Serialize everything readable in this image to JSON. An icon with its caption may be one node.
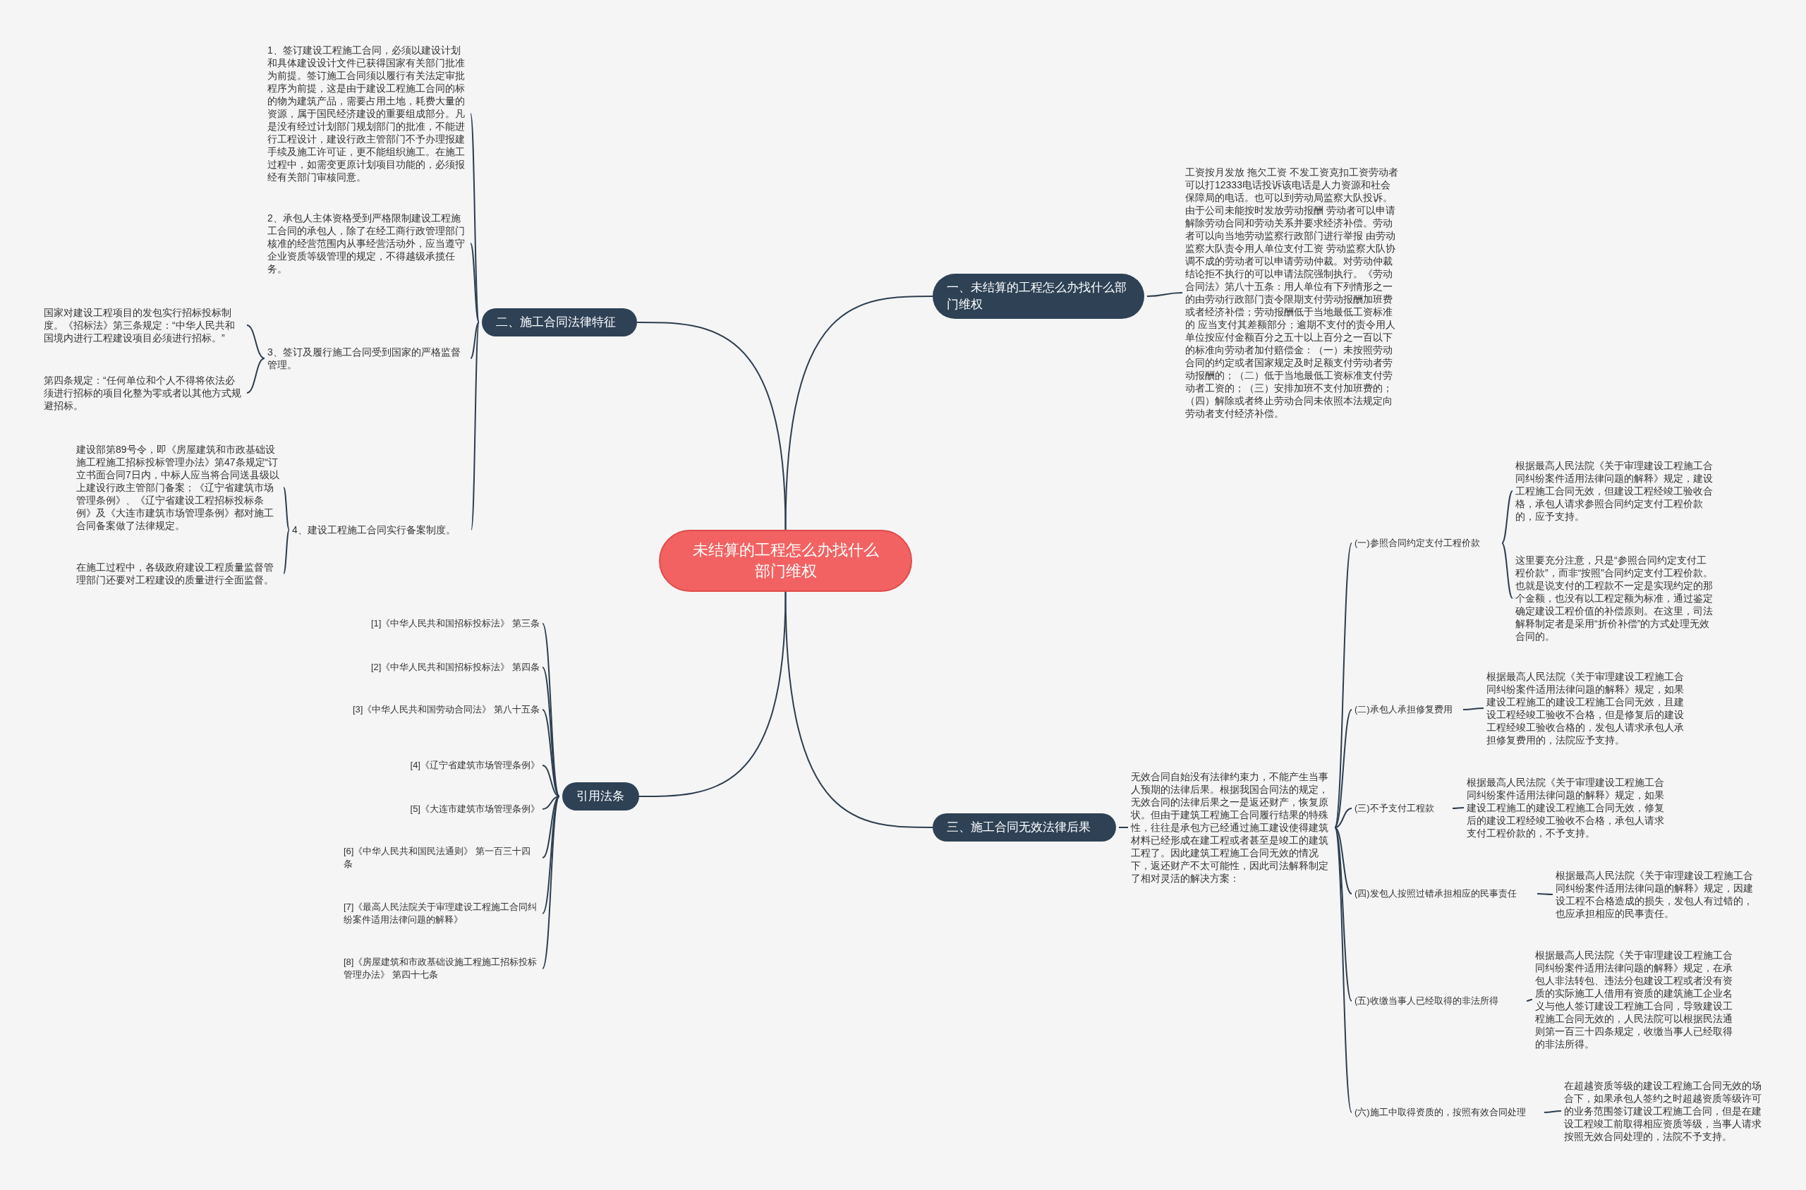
{
  "diagram": {
    "nodes": [
      {
        "text": [
          "未结算的工程怎么办找什么部门维权"
        ]
      },
      {
        "text": [
          "一、未结算的工程怎么办找什么部门维权"
        ]
      },
      {
        "text": [
          "工资按月发放 拖欠工资 不发工资克扣工资劳动者可以打12333电话投诉该电话是人力资源和社会保障局的电话。也可以到劳动局监察大队投诉。由于公司未能按时发放劳动报酬 劳动者可以申请解除劳动合同和劳动关系并要求经济补偿。劳动者可以向当地劳动监察行政部门进行举报 由劳动监察大队责令用人单位支付工资 劳动监察大队协调不成的劳动者可以申请劳动仲裁。对劳动仲裁结论拒不执行的可以申请法院强制执行。《劳动合同法》第八十五条：用人单位有下列情形之一的由劳动行政部门责令限期支付劳动报酬加班费或者经济补偿；劳动报酬低于当地最低工资标准的 应当支付其差额部分；逾期不支付的责令用人单位按应付金额百分之五十以上百分之一百以下的标准向劳动者加付赔偿金：（一）未按照劳动合同的约定或者国家规定及时足额支付劳动者劳动报酬的；（二）低于当地最低工资标准支付劳动者工资的；（三）安排加班不支付加班费的；（四）解除或者终止劳动合同未依照本法规定向劳动者支付经济补偿。"
        ]
      },
      {
        "text": [
          "二、施工合同法律特征"
        ]
      },
      {
        "text": [
          "1、签订建设工程施工合同，必须以建设计划和具体建设设计文件已获得国家有关部门批准为前提。签订施工合同须以履行有关法定审批程序为前提，这是由于建设工程施工合同的标的物为建筑产品，需要占用土地，耗费大量的资源，属于国民经济建设的重要组成部分。凡是没有经过计划部门规划部门的批准，不能进行工程设计，建设行政主管部门不予办理报建手续及施工许可证，更不能组织施工。在施工过程中，如需变更原计划项目功能的，必须报经有关部门审核同意。"
        ]
      },
      {
        "text": [
          "2、承包人主体资格受到严格限制建设工程施工合同的承包人，除了在经工商行政管理部门核准的经营范围内从事经营活动外，应当遵守企业资质等级管理的规定，不得越级承揽任务。"
        ]
      },
      {
        "text": [
          "3、签订及履行施工合同受到国家的严格监督管理。"
        ]
      },
      {
        "text": [
          "国家对建设工程项目的发包实行招标投标制度。《招标法》第三条规定：“中华人民共和国境内进行工程建设项目必须进行招标。”"
        ]
      },
      {
        "text": [
          "第四条规定：“任何单位和个人不得将依法必须进行招标的项目化整为零或者以其他方式规避招标。"
        ]
      },
      {
        "text": [
          "4、建设工程施工合同实行备案制度。"
        ]
      },
      {
        "text": [
          "建设部第89号令，即《房屋建筑和市政基础设施工程施工招标投标管理办法》第47条规定“订立书面合同7日内，中标人应当将合同送县级以上建设行政主管部门备案；《辽宁省建筑市场管理条例》、《辽宁省建设工程招标投标条例》及《大连市建筑市场管理条例》都对施工合同备案做了法律规定。"
        ]
      },
      {
        "text": [
          "在施工过程中，各级政府建设工程质量监督管理部门还要对工程建设的质量进行全面监督。"
        ]
      },
      {
        "text": [
          "引用法条"
        ]
      },
      {
        "text": [
          "[1]《中华人民共和国招标投标法》 第三条"
        ]
      },
      {
        "text": [
          "[2]《中华人民共和国招标投标法》 第四条"
        ]
      },
      {
        "text": [
          "[3]《中华人民共和国劳动合同法》 第八十五条"
        ]
      },
      {
        "text": [
          "[4]《辽宁省建筑市场管理条例》"
        ]
      },
      {
        "text": [
          "[5]《大连市建筑市场管理条例》"
        ]
      },
      {
        "text": [
          "[6]《中华人民共和国民法通则》 第一百三十四条"
        ]
      },
      {
        "text": [
          "[7]《最高人民法院关于审理建设工程施工合同纠纷案件适用法律问题的解释》"
        ]
      },
      {
        "text": [
          "[8]《房屋建筑和市政基础设施工程施工招标投标管理办法》 第四十七条"
        ]
      },
      {
        "text": [
          "三、施工合同无效法律后果"
        ]
      },
      {
        "text": [
          "无效合同自始没有法律约束力，不能产生当事人预期的法律后果。根据我国合同法的规定，无效合同的法律后果之一是返还财产，恢复原状。但由于建筑工程施工合同履行结果的特殊性，往往是承包方已经通过施工建设使得建筑材料已经形成在建工程或者甚至是竣工的建筑工程了。因此建筑工程施工合同无效的情况下，返还财产不太可能性，因此司法解释制定了相对灵活的解决方案："
        ]
      },
      {
        "text": [
          "(一)参照合同约定支付工程价款"
        ]
      },
      {
        "text": [
          "根据最高人民法院《关于审理建设工程施工合同纠纷案件适用法律问题的解释》规定，建设工程施工合同无效，但建设工程经竣工验收合格，承包人请求参照合同约定支付工程价款的，应予支持。"
        ]
      },
      {
        "text": [
          "这里要充分注意，只是“参照合同约定支付工程价款”，而非“按照”合同约定支付工程价款。也就是说支付的工程款不一定是实现约定的那个金额，也没有以工程定额为标准，通过鉴定确定建设工程价值的补偿原则。在这里，司法解释制定者是采用“折价补偿”的方式处理无效合同的。"
        ]
      },
      {
        "text": [
          "(二)承包人承担修复费用"
        ]
      },
      {
        "text": [
          "根据最高人民法院《关于审理建设工程施工合同纠纷案件适用法律问题的解释》规定，如果建设工程施工的建设工程施工合同无效，且建设工程经竣工验收不合格，但是修复后的建设工程经竣工验收合格的，发包人请求承包人承担修复费用的，法院应予支持。"
        ]
      },
      {
        "text": [
          "(三)不予支付工程款"
        ]
      },
      {
        "text": [
          "根据最高人民法院《关于审理建设工程施工合同纠纷案件适用法律问题的解释》规定，如果建设工程施工的建设工程施工合同无效，修复后的建设工程经竣工验收不合格，承包人请求支付工程价款的，不予支持。"
        ]
      },
      {
        "text": [
          "(四)发包人按照过错承担相应的民事责任"
        ]
      },
      {
        "text": [
          "根据最高人民法院《关于审理建设工程施工合同纠纷案件适用法律问题的解释》规定，因建设工程不合格造成的损失，发包人有过错的，也应承担相应的民事责任。"
        ]
      },
      {
        "text": [
          "(五)收缴当事人已经取得的非法所得"
        ]
      },
      {
        "text": [
          "根据最高人民法院《关于审理建设工程施工合同纠纷案件适用法律问题的解释》规定，在承包人非法转包、违法分包建设工程或者没有资质的实际施工人借用有资质的建筑施工企业名义与他人签订建设工程施工合同，导致建设工程施工合同无效的，人民法院可以根据民法通则第一百三十四条规定，收缴当事人已经取得的非法所得。"
        ]
      },
      {
        "text": [
          "(六)施工中取得资质的，按照有效合同处理"
        ]
      },
      {
        "text": [
          "在超越资质等级的建设工程施工合同无效的场合下，如果承包人签约之时超越资质等级许可的业务范围签订建设工程施工合同，但是在建设工程竣工前取得相应资质等级，当事人请求按照无效合同处理的，法院不予支持。"
        ]
      }
    ],
    "edges": [
      {
        "from": 0,
        "to": 1,
        "arrow": "none"
      },
      {
        "from": 1,
        "to": 2,
        "arrow": "none"
      },
      {
        "from": 0,
        "to": 3,
        "arrow": "none"
      },
      {
        "from": 3,
        "to": 4,
        "arrow": "none"
      },
      {
        "from": 3,
        "to": 5,
        "arrow": "none"
      },
      {
        "from": 3,
        "to": 6,
        "arrow": "none"
      },
      {
        "from": 6,
        "to": 7,
        "arrow": "none"
      },
      {
        "from": 6,
        "to": 8,
        "arrow": "none"
      },
      {
        "from": 3,
        "to": 9,
        "arrow": "none"
      },
      {
        "from": 9,
        "to": 10,
        "arrow": "none"
      },
      {
        "from": 9,
        "to": 11,
        "arrow": "none"
      },
      {
        "from": 0,
        "to": 12,
        "arrow": "none"
      },
      {
        "from": 12,
        "to": 13,
        "arrow": "none"
      },
      {
        "from": 12,
        "to": 14,
        "arrow": "none"
      },
      {
        "from": 12,
        "to": 15,
        "arrow": "none"
      },
      {
        "from": 12,
        "to": 16,
        "arrow": "none"
      },
      {
        "from": 12,
        "to": 17,
        "arrow": "none"
      },
      {
        "from": 12,
        "to": 18,
        "arrow": "none"
      },
      {
        "from": 12,
        "to": 19,
        "arrow": "none"
      },
      {
        "from": 12,
        "to": 20,
        "arrow": "none"
      },
      {
        "from": 0,
        "to": 21,
        "arrow": "none"
      },
      {
        "from": 21,
        "to": 22,
        "arrow": "none"
      },
      {
        "from": 22,
        "to": 23,
        "arrow": "none"
      },
      {
        "from": 23,
        "to": 24,
        "arrow": "none"
      },
      {
        "from": 23,
        "to": 25,
        "arrow": "none"
      },
      {
        "from": 22,
        "to": 26,
        "arrow": "none"
      },
      {
        "from": 26,
        "to": 27,
        "arrow": "none"
      },
      {
        "from": 22,
        "to": 28,
        "arrow": "none"
      },
      {
        "from": 28,
        "to": 29,
        "arrow": "none"
      },
      {
        "from": 22,
        "to": 30,
        "arrow": "none"
      },
      {
        "from": 30,
        "to": 31,
        "arrow": "none"
      },
      {
        "from": 22,
        "to": 32,
        "arrow": "none"
      },
      {
        "from": 32,
        "to": 33,
        "arrow": "none"
      },
      {
        "from": 22,
        "to": 34,
        "arrow": "none"
      },
      {
        "from": 34,
        "to": 35,
        "arrow": "none"
      }
    ]
  }
}
